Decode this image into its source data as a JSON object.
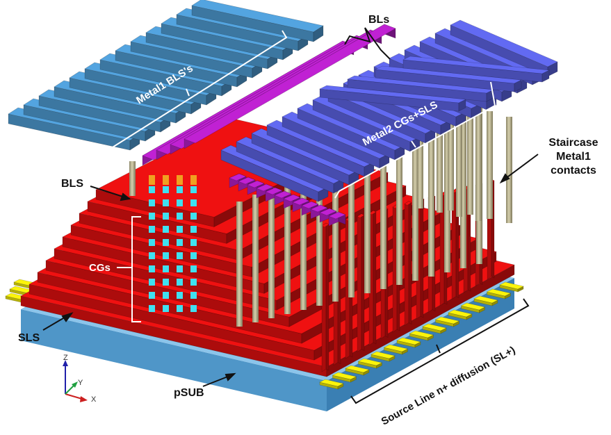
{
  "labels": {
    "bls_top": "BLs",
    "metal1": "Metal1 BLS's",
    "metal2": "Metal2 CGs+SLS",
    "staircase_line1": "Staircase",
    "staircase_line2": "Metal1",
    "staircase_line3": "contacts",
    "bls": "BLS",
    "cgs": "CGs",
    "sls": "SLS",
    "psub": "pSUB",
    "source_line": "Source Line n+ diffusion (SL+)"
  },
  "axes": {
    "z": "Z",
    "y": "Y",
    "x": "X"
  },
  "colors": {
    "metal1": "#4d98cf",
    "metal2": "#5b62e0",
    "bls_bars": "#b21fc3",
    "staircase": "#dd1010",
    "psub": "#5aa5da",
    "pillar": "#b8b28c",
    "channel": "#40e0f0",
    "contact_orange": "#f0a020",
    "diffusion": "#e8e20a"
  }
}
